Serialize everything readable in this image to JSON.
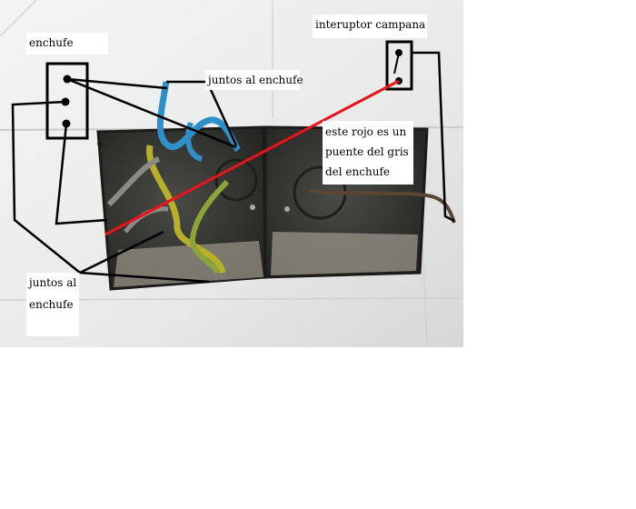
{
  "labels": {
    "enchufe": "enchufe",
    "interruptor": "interuptor campana",
    "juntos_top": "juntos al enchufe",
    "rojo_line1": "este rojo es un",
    "rojo_line2": "puente del gris",
    "rojo_line3": "del enchufe",
    "juntos_bottom_line1": "juntos al",
    "juntos_bottom_line2": "enchufe"
  },
  "colors": {
    "annotation_line": "#000000",
    "bridge_wire": "#e8141a",
    "wall_tile": "#e9eaea",
    "box_interior": "#2f302c",
    "wire_blue": "#2f8fc8",
    "wire_yellow_green": "#b7b02a",
    "wire_grey": "#8a8a86",
    "wire_brown": "#5a4634"
  }
}
